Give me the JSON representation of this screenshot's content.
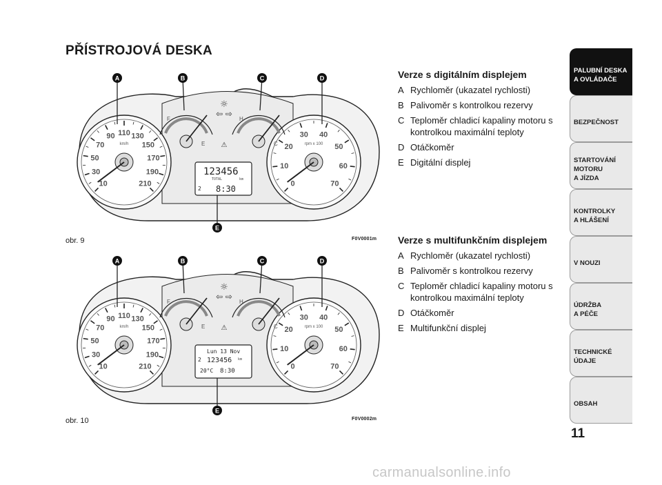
{
  "title": "PŘÍSTROJOVÁ DESKA",
  "figures": [
    {
      "caption": "obr. 9",
      "code": "F0V0001m",
      "display": {
        "mode": "digital",
        "odo": "123456",
        "total": "TOTAL",
        "unit": "km",
        "gear": "2",
        "time": "8:30"
      }
    },
    {
      "caption": "obr. 10",
      "code": "F0V0002m",
      "display": {
        "mode": "multi",
        "date": "Lun 13 Nov",
        "odo": "123456",
        "unit": "km",
        "gear": "2",
        "temp": "20°C",
        "time": "8:30"
      }
    }
  ],
  "callouts": [
    "A",
    "B",
    "C",
    "D",
    "E"
  ],
  "gauges": {
    "speed_unit": "km/h",
    "speed_ticks": [
      "10",
      "30",
      "50",
      "70",
      "90",
      "110",
      "130",
      "150",
      "170",
      "190",
      "210"
    ],
    "rpm_unit": "rpm x 100",
    "rpm_ticks": [
      "0",
      "10",
      "20",
      "30",
      "40",
      "50",
      "60",
      "70"
    ],
    "fuel_marks": [
      "F",
      "E"
    ],
    "temp_marks": [
      "H",
      "C"
    ]
  },
  "sections": [
    {
      "heading": "Verze s digitálním displejem",
      "items": [
        {
          "key": "A",
          "text": "Rychloměr (ukazatel rychlosti)"
        },
        {
          "key": "B",
          "text": "Palivoměr s kontrolkou rezervy"
        },
        {
          "key": "C",
          "text": "Teploměr chladicí kapaliny motoru s kontrolkou maximální teploty"
        },
        {
          "key": "D",
          "text": "Otáčkoměr"
        },
        {
          "key": "E",
          "text": "Digitální displej"
        }
      ]
    },
    {
      "heading": "Verze s multifunkčním displejem",
      "items": [
        {
          "key": "A",
          "text": "Rychloměr (ukazatel rychlosti)"
        },
        {
          "key": "B",
          "text": "Palivoměr s kontrolkou rezervy"
        },
        {
          "key": "C",
          "text": "Teploměr chladicí kapaliny motoru s kontrolkou maximální teploty"
        },
        {
          "key": "D",
          "text": "Otáčkoměr"
        },
        {
          "key": "E",
          "text": "Multifunkční displej"
        }
      ]
    }
  ],
  "tabs": [
    {
      "label": "PALUBNÍ DESKA\nA OVLÁDAČE",
      "active": true
    },
    {
      "label": "BEZPEČNOST",
      "active": false
    },
    {
      "label": "STARTOVÁNÍ\nMOTORU\nA JÍZDA",
      "active": false
    },
    {
      "label": "KONTROLKY\nA HLÁŠENÍ",
      "active": false
    },
    {
      "label": "V NOUZI",
      "active": false
    },
    {
      "label": "ÚDRŽBA\nA PÉČE",
      "active": false
    },
    {
      "label": "TECHNICKÉ\nÚDAJE",
      "active": false
    },
    {
      "label": "OBSAH",
      "active": false
    }
  ],
  "page_number": "11",
  "watermark": "carmanualsonline.info"
}
